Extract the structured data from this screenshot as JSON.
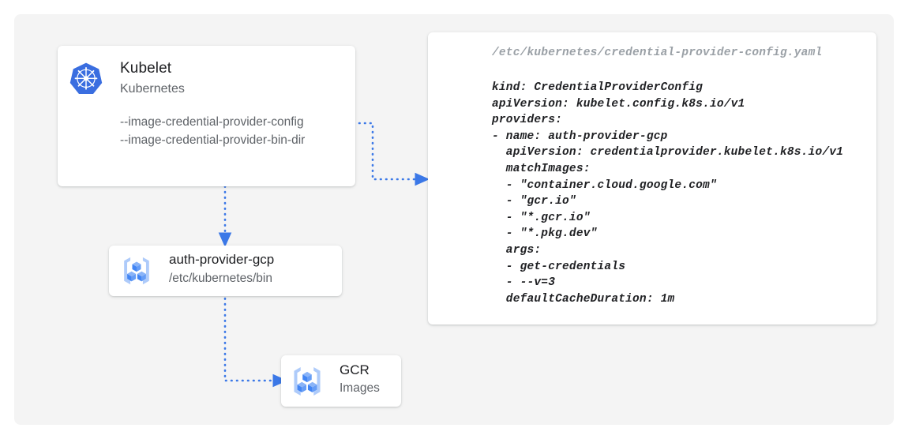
{
  "canvas": {
    "background_color": "#f4f4f4",
    "accent_color": "#3b78e7",
    "text_primary_color": "#202124",
    "text_secondary_color": "#5f6368"
  },
  "kubelet_card": {
    "icon": "kubernetes-logo-icon",
    "title": "Kubelet",
    "subtitle": "Kubernetes",
    "flags": [
      "--image-credential-provider-config",
      "--image-credential-provider-bin-dir"
    ]
  },
  "auth_provider_card": {
    "icon": "gcp-container-registry-icon",
    "title": "auth-provider-gcp",
    "path": "/etc/kubernetes/bin"
  },
  "gcr_card": {
    "icon": "gcp-container-registry-icon",
    "title": "GCR",
    "subtitle": "Images"
  },
  "yaml_card": {
    "filename": "/etc/kubernetes/credential-provider-config.yaml",
    "content": "kind: CredentialProviderConfig\napiVersion: kubelet.config.k8s.io/v1\nproviders:\n- name: auth-provider-gcp\n  apiVersion: credentialprovider.kubelet.k8s.io/v1\n  matchImages:\n  - \"container.cloud.google.com\"\n  - \"gcr.io\"\n  - \"*.gcr.io\"\n  - \"*.pkg.dev\"\n  args:\n  - get-credentials\n  - --v=3\n  defaultCacheDuration: 1m"
  },
  "connectors": [
    {
      "name": "kubelet-config-to-yaml",
      "style": "dotted-arrow"
    },
    {
      "name": "kubelet-to-auth-provider",
      "style": "dotted-arrow"
    },
    {
      "name": "auth-provider-to-gcr",
      "style": "dotted-arrow"
    }
  ]
}
